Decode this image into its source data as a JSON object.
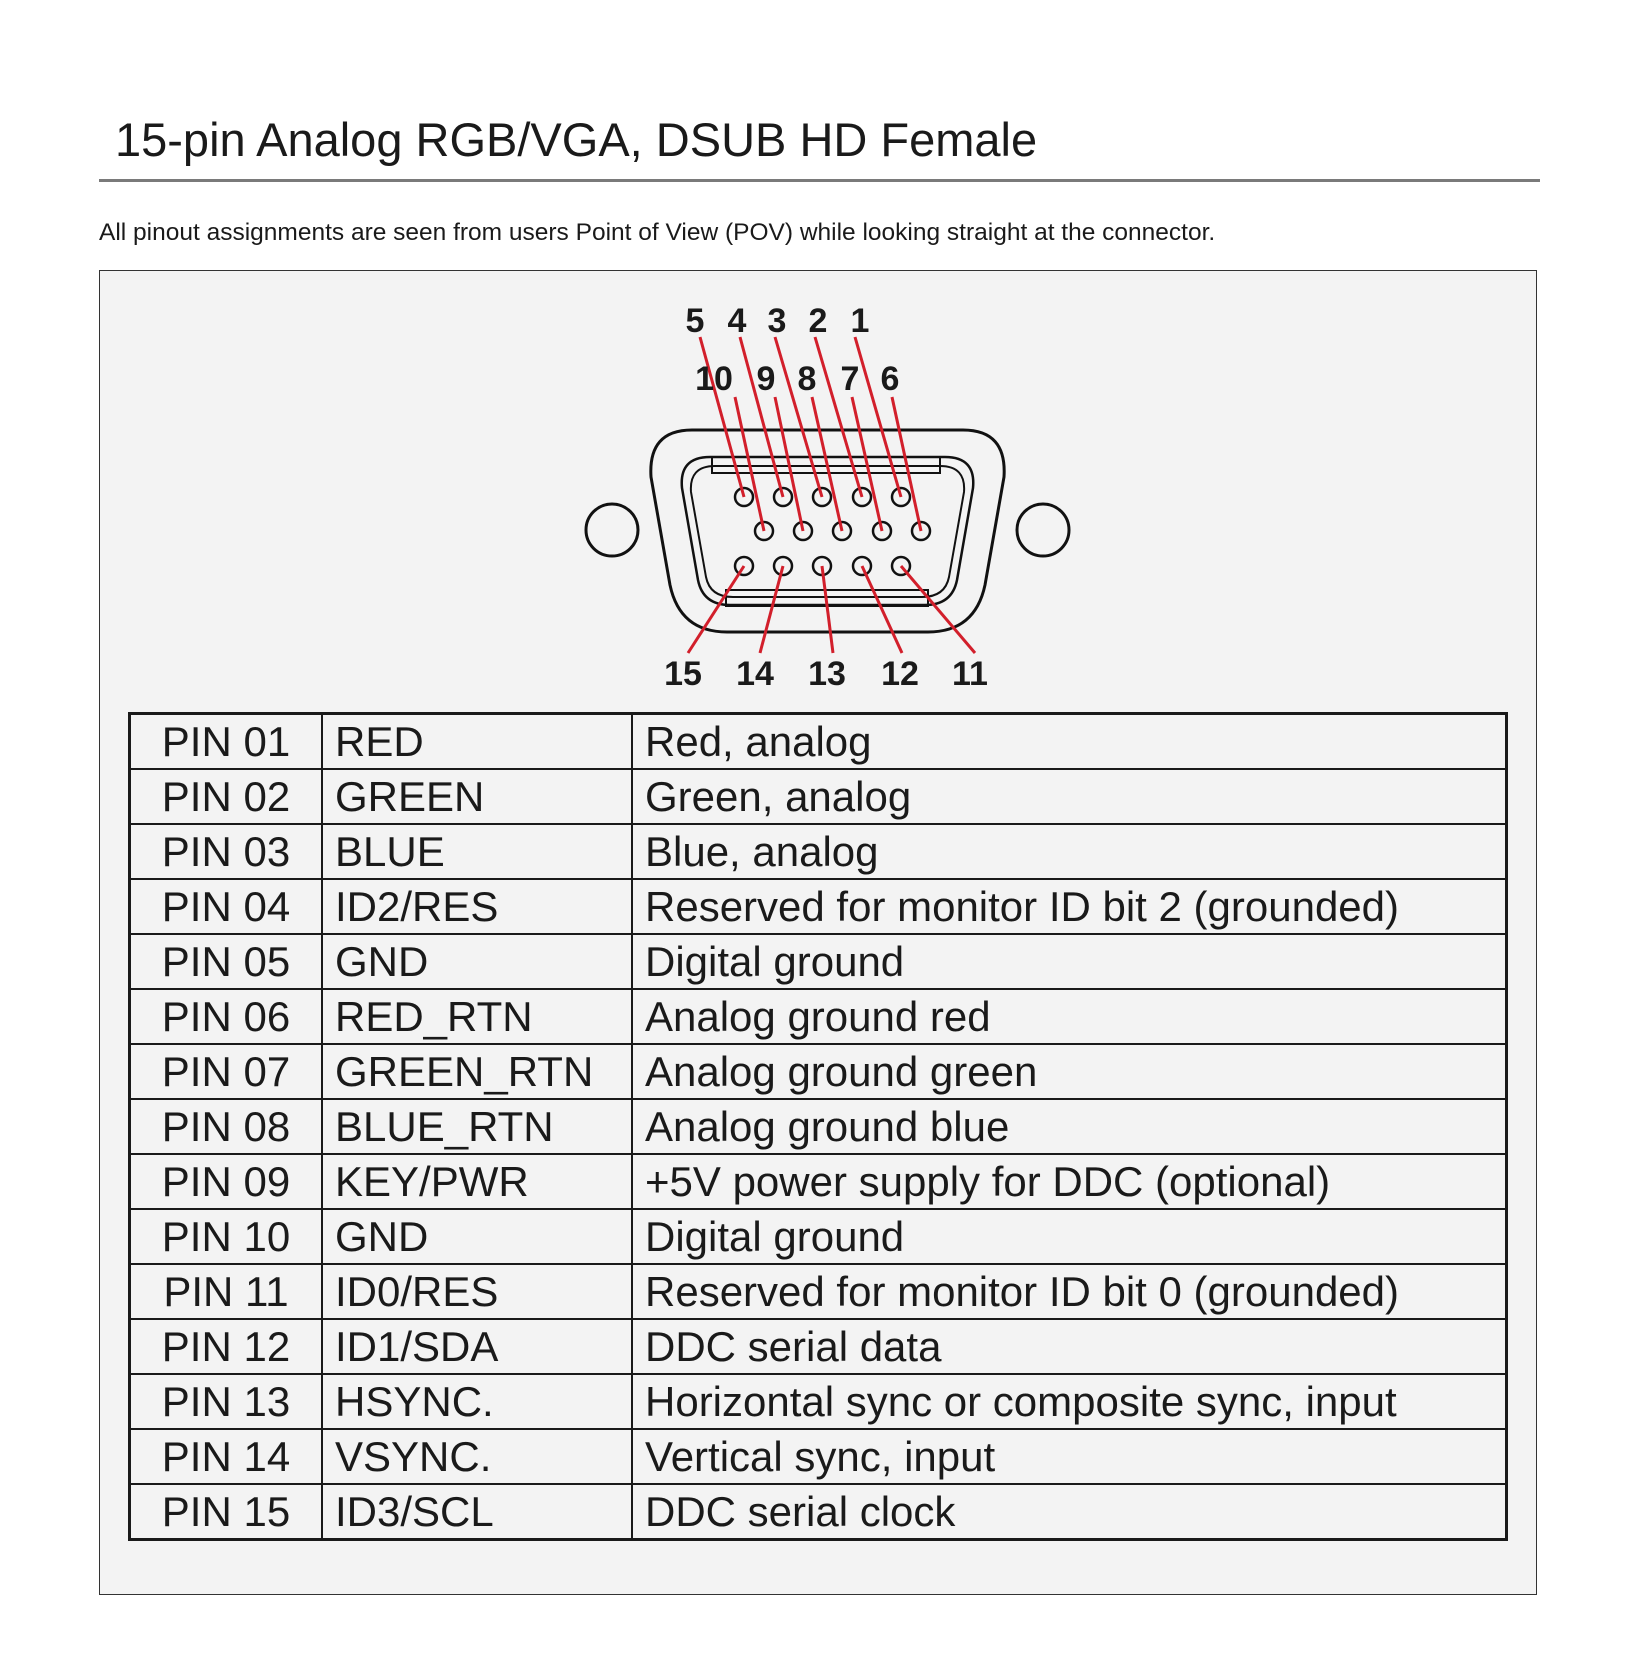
{
  "title": "15-pin Analog RGB/VGA, DSUB HD Female",
  "subtitle": "All pinout assignments are seen from users Point of View (POV) while looking straight at the connector.",
  "colors": {
    "leader_lines": "#d21f2b",
    "panel": "#f3f3f3"
  },
  "connector": {
    "labels_top": [
      "5",
      "4",
      "3",
      "2",
      "1"
    ],
    "labels_middle": [
      "10",
      "9",
      "8",
      "7",
      "6"
    ],
    "labels_bottom": [
      "15",
      "14",
      "13",
      "12",
      "11"
    ]
  },
  "pins": [
    {
      "pin": "PIN 01",
      "signal": "RED",
      "description": "Red, analog"
    },
    {
      "pin": "PIN 02",
      "signal": "GREEN",
      "description": "Green, analog"
    },
    {
      "pin": "PIN 03",
      "signal": "BLUE",
      "description": "Blue, analog"
    },
    {
      "pin": "PIN 04",
      "signal": "ID2/RES",
      "description": "Reserved for monitor ID bit 2 (grounded)"
    },
    {
      "pin": "PIN 05",
      "signal": "GND",
      "description": "Digital ground"
    },
    {
      "pin": "PIN 06",
      "signal": "RED_RTN",
      "description": "Analog ground red"
    },
    {
      "pin": "PIN 07",
      "signal": "GREEN_RTN",
      "description": "Analog ground green"
    },
    {
      "pin": "PIN 08",
      "signal": "BLUE_RTN",
      "description": "Analog ground blue"
    },
    {
      "pin": "PIN 09",
      "signal": "KEY/PWR",
      "description": "+5V power supply for DDC (optional)"
    },
    {
      "pin": "PIN 10",
      "signal": "GND",
      "description": "Digital ground"
    },
    {
      "pin": "PIN 11",
      "signal": "ID0/RES",
      "description": "Reserved for monitor ID bit 0 (grounded)"
    },
    {
      "pin": "PIN 12",
      "signal": "ID1/SDA",
      "description": "DDC serial data"
    },
    {
      "pin": "PIN 13",
      "signal": "HSYNC.",
      "description": "Horizontal sync or composite sync, input"
    },
    {
      "pin": "PIN 14",
      "signal": "VSYNC.",
      "description": "Vertical sync, input"
    },
    {
      "pin": "PIN 15",
      "signal": "ID3/SCL",
      "description": "DDC serial clock"
    }
  ]
}
